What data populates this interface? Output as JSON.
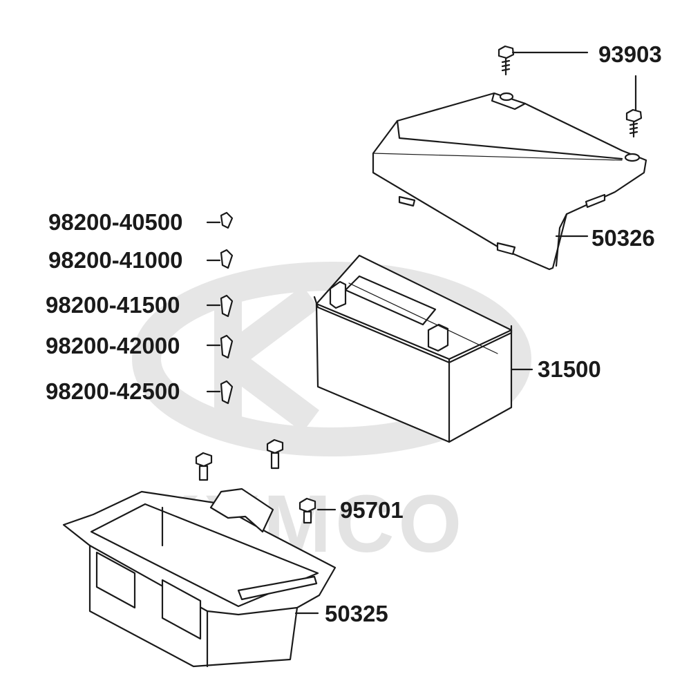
{
  "watermark": {
    "brand": "KYMCO"
  },
  "parts": {
    "screw_top": "93903",
    "cover": "50326",
    "fuse_1": "98200-40500",
    "fuse_2": "98200-41000",
    "fuse_3": "98200-41500",
    "fuse_4": "98200-42000",
    "fuse_5": "98200-42500",
    "battery": "31500",
    "bolt": "95701",
    "battery_box": "50325"
  },
  "colors": {
    "line": "#1a1a1a",
    "watermark": "#e3e3e3",
    "background": "#ffffff"
  }
}
